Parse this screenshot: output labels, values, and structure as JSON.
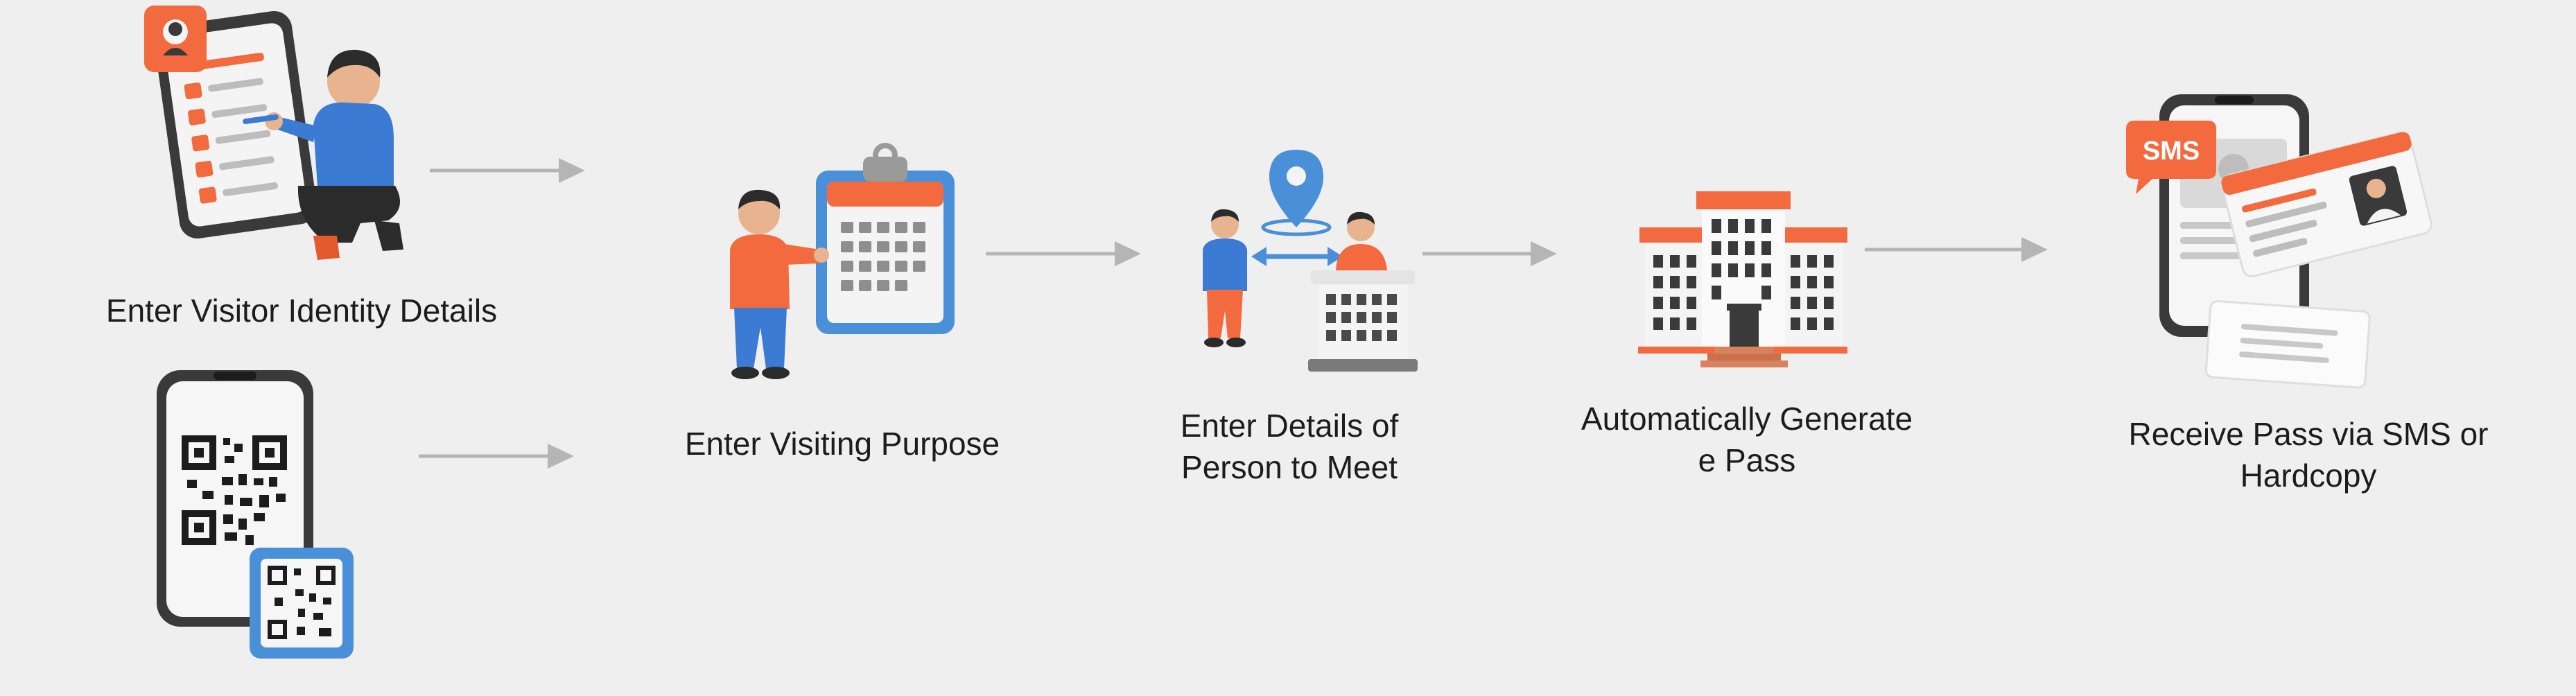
{
  "steps": [
    {
      "label_lines": [
        "Enter Visitor Identity Details"
      ],
      "icon": "person-filling-form-tablet-icon"
    },
    {
      "label_lines": [],
      "icon": "phone-qr-code-icon"
    },
    {
      "label_lines": [
        "Enter Visiting Purpose"
      ],
      "icon": "person-calendar-clipboard-icon"
    },
    {
      "label_lines": [
        "Enter Details of",
        "Person to Meet"
      ],
      "icon": "people-location-building-icon"
    },
    {
      "label_lines": [
        "Automatically Generate",
        "e Pass"
      ],
      "icon": "office-building-icon"
    },
    {
      "label_lines": [
        "Receive Pass via SMS or",
        "Hardcopy"
      ],
      "icon": "phone-sms-pass-icon"
    }
  ],
  "sms_badge": "SMS",
  "colors": {
    "background": "#efefef",
    "accent_orange": "#f26a3d",
    "accent_blue": "#4a90d9",
    "arrow": "#b5b5b5",
    "text": "#1c1c1c",
    "phone_frame": "#3a3a3a"
  }
}
